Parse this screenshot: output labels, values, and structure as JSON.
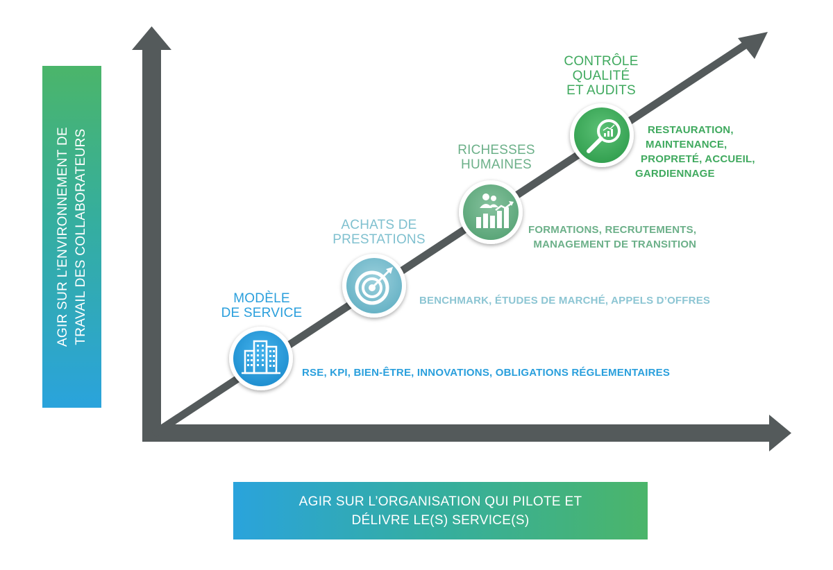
{
  "y_axis": {
    "line1": "AGIR SUR L’ENVIRONNEMENT DE",
    "line2": "TRAVAIL DES COLLABORATEURS"
  },
  "x_axis": {
    "line1": "AGIR SUR L’ORGANISATION QUI PILOTE ET",
    "line2": "DÉLIVRE LE(S) SERVICE(S)"
  },
  "stages": [
    {
      "title_lines": [
        "MODÈLE",
        "DE SERVICE"
      ],
      "description_lines": [
        "RSE, KPI, BIEN-ÊTRE, INNOVATIONS, OBLIGATIONS RÉGLEMENTAIRES"
      ],
      "color": "#2a9fdc",
      "icon": "buildings-icon"
    },
    {
      "title_lines": [
        "ACHATS DE",
        "PRESTATIONS"
      ],
      "description_lines": [
        "BENCHMARK, ÉTUDES DE MARCHÉ, APPELS D’OFFRES"
      ],
      "color": "#7fc0cf",
      "icon": "target-icon"
    },
    {
      "title_lines": [
        "RICHESSES",
        "HUMAINES"
      ],
      "description_lines": [
        "FORMATIONS, RECRUTEMENTS,",
        "MANAGEMENT DE TRANSITION"
      ],
      "color": "#6cb089",
      "icon": "people-growth-chart-icon"
    },
    {
      "title_lines": [
        "CONTRÔLE",
        "QUALITÉ",
        "ET AUDITS"
      ],
      "description_lines": [
        "RESTAURATION,",
        "MAINTENANCE,",
        "PROPRETÉ, ACCUEIL,",
        "GARDIENNAGE"
      ],
      "color": "#3fa95e",
      "icon": "magnifier-chart-icon"
    }
  ],
  "colors": {
    "axis_arrows": "#545a5b",
    "gradient_blue": "#2aa3dc",
    "gradient_green": "#4bb56a"
  }
}
